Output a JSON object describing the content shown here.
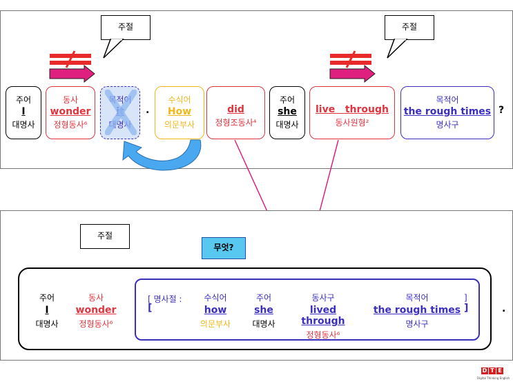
{
  "top": {
    "callouts": [
      "주절",
      "주절"
    ],
    "boxes": [
      {
        "role": "주어",
        "word": "I",
        "pos": "대명사"
      },
      {
        "role": "동사",
        "word": "wonder",
        "pos": "정형동사⁶"
      },
      {
        "role": "목적어",
        "word": "it",
        "pos": "대명사"
      },
      {
        "role": "수식어",
        "word": "How",
        "pos": "의문부사"
      },
      {
        "role": "",
        "word": "did",
        "pos": "정형조동사⁴"
      },
      {
        "role": "주어",
        "word": "she",
        "pos": "대명사"
      },
      {
        "role": "",
        "word": "live   through",
        "pos": "동사원형²"
      },
      {
        "role": "목적어",
        "word": "the rough times",
        "pos": "명사구"
      }
    ],
    "period": ".",
    "question_mark": "?"
  },
  "bottom": {
    "callout_main": "주절",
    "callout_what": "무엇?",
    "main_columns": [
      {
        "role": "주어",
        "word": "I",
        "pos": "대명사"
      },
      {
        "role": "동사",
        "word": "wonder",
        "pos": "정형동사⁶"
      }
    ],
    "clause_label": "[ 명사절 :",
    "open_bracket": "[",
    "close_bracket_top": "]",
    "close_bracket": "]",
    "clause_columns": [
      {
        "role": "수식어",
        "word": "how",
        "pos": "의문부사"
      },
      {
        "role": "주어",
        "word": "she",
        "pos": "대명사"
      },
      {
        "role": "동사구",
        "word": "lived through",
        "pos": "정형동사⁶"
      },
      {
        "role": "목적어",
        "word": "the rough times",
        "pos": "명사구"
      }
    ],
    "period": "."
  },
  "logo": {
    "letters": [
      "D",
      "T",
      "E"
    ],
    "subtitle": "Digital Thinking English"
  },
  "colors": {
    "red": "#e0343f",
    "blue": "#3a2fc0",
    "yellow": "#f1b81b",
    "arrow_pink": "#e0207f",
    "cycle_arrow": "#4aa8f0"
  }
}
